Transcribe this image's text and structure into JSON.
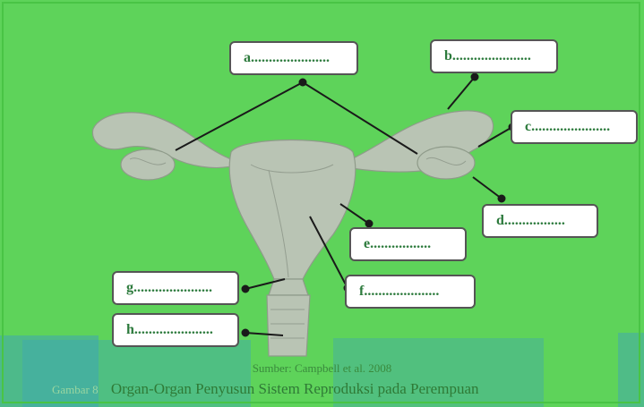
{
  "labels": {
    "a": "a......................",
    "b": "b......................",
    "c": "c......................",
    "d": "d.................",
    "e": "e.................",
    "f": "f.....................",
    "g": "g......................",
    "h": "h......................"
  },
  "source": "Sumber: Campbell et al. 2008",
  "caption_prefix": "Gambar 8",
  "caption": "Organ-Organ Penyusun Sistem Reproduksi pada Perempuan",
  "colors": {
    "background": "#5ed35a",
    "band": "#3fa6b3",
    "anatomy": "#b9c4b4",
    "box_border": "#555555",
    "label_text": "#2c7a3c",
    "leader_line": "#1a1a1a"
  }
}
